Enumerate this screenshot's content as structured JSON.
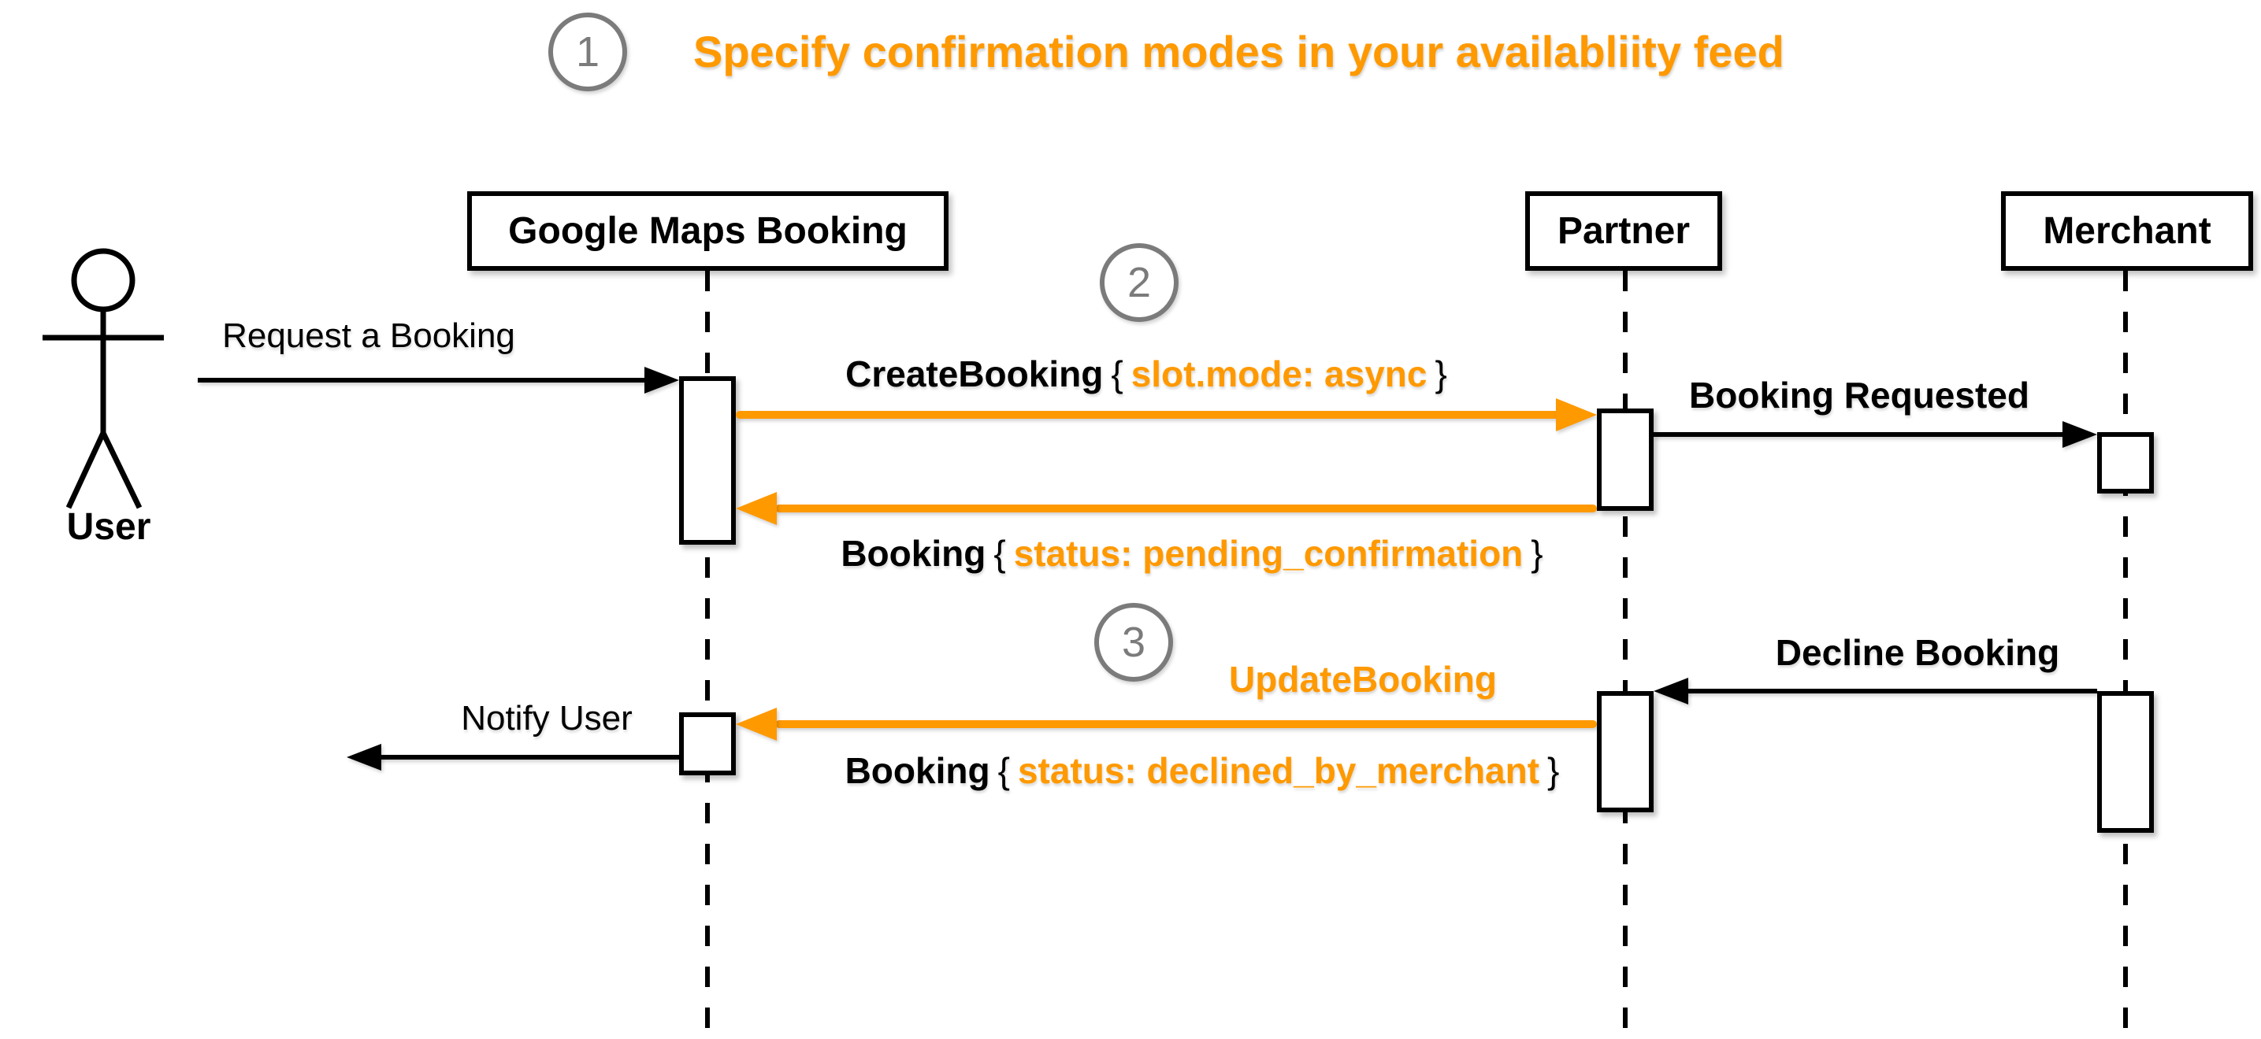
{
  "title": {
    "step_number": "1",
    "text": "Specify confirmation modes in your availabliity feed"
  },
  "steps": {
    "two": "2",
    "three": "3"
  },
  "actors": {
    "user": {
      "label": "User"
    },
    "google": {
      "label": "Google Maps Booking"
    },
    "partner": {
      "label": "Partner"
    },
    "merchant": {
      "label": "Merchant"
    }
  },
  "messages": {
    "request_booking": {
      "label": "Request a Booking"
    },
    "create_booking": {
      "name": "CreateBooking",
      "brace_open": "{",
      "param": "slot.mode: async",
      "brace_close": "}"
    },
    "booking_requested": {
      "label": "Booking Requested"
    },
    "booking_pending": {
      "name": "Booking",
      "brace_open": "{",
      "param": "status: pending_confirmation",
      "brace_close": "}"
    },
    "update_booking": {
      "label": "UpdateBooking"
    },
    "decline_booking": {
      "label": "Decline Booking"
    },
    "booking_declined": {
      "name": "Booking",
      "brace_open": "{",
      "param": "status: declined_by_merchant",
      "brace_close": "}"
    },
    "notify_user": {
      "label": "Notify User"
    }
  },
  "colors": {
    "accent_orange": "#FF9900",
    "step_circle_gray": "#7B7B7B",
    "line_black": "#000000",
    "background": "#FFFFFF"
  }
}
